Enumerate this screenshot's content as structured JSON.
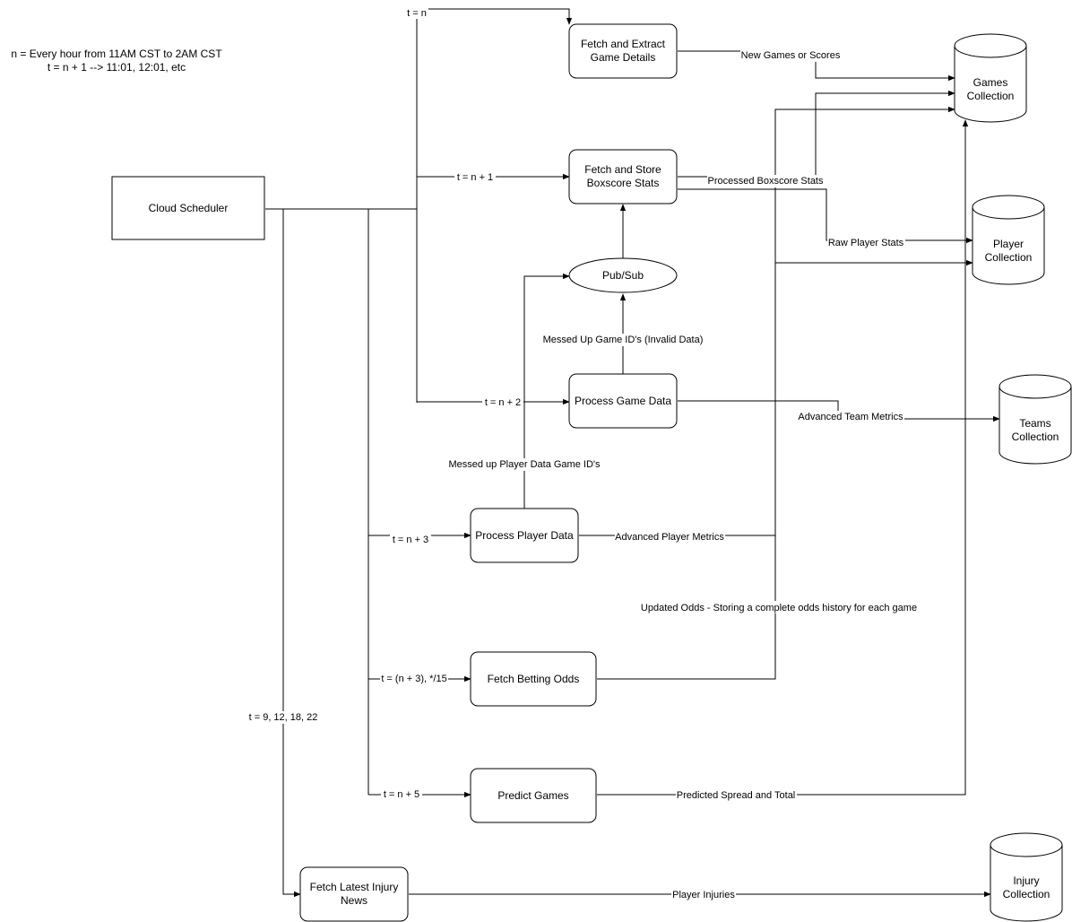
{
  "notes": {
    "line1": "n = Every hour from 11AM CST to 2AM CST",
    "line2": "t = n + 1 --> 11:01, 12:01, etc"
  },
  "nodes": {
    "cloud_scheduler": "Cloud Scheduler",
    "fetch_extract": [
      "Fetch and Extract",
      "Game Details"
    ],
    "fetch_store": [
      "Fetch and Store",
      "Boxscore Stats"
    ],
    "pubsub": "Pub/Sub",
    "process_game": "Process Game Data",
    "process_player": "Process Player Data",
    "fetch_odds": "Fetch Betting Odds",
    "predict_games": "Predict Games",
    "fetch_injury": [
      "Fetch Latest Injury",
      "News"
    ],
    "games_collection": [
      "Games",
      "Collection"
    ],
    "player_collection": [
      "Player",
      "Collection"
    ],
    "teams_collection": [
      "Teams",
      "Collection"
    ],
    "injury_collection": [
      "Injury",
      "Collection"
    ]
  },
  "edge_labels": {
    "t_n": "t = n",
    "t_n1": "t = n + 1",
    "t_n2": "t = n + 2",
    "t_n3": "t = n + 3",
    "t_odds": "t = (n + 3), */15",
    "t_n5": "t = n + 5",
    "t_injury": "t = 9, 12, 18, 22",
    "new_games": "New Games or Scores",
    "processed_boxscore": "Processed Boxscore Stats",
    "raw_player": "Raw Player Stats",
    "messed_game_ids": "Messed Up Game ID's (Invalid Data)",
    "advanced_team": "Advanced Team Metrics",
    "messed_player_ids": "Messed up Player Data Game ID's",
    "advanced_player": "Advanced Player Metrics",
    "updated_odds": "Updated Odds - Storing a complete odds history for each game",
    "predicted_spread": "Predicted Spread and Total",
    "player_injuries": "Player Injuries"
  }
}
